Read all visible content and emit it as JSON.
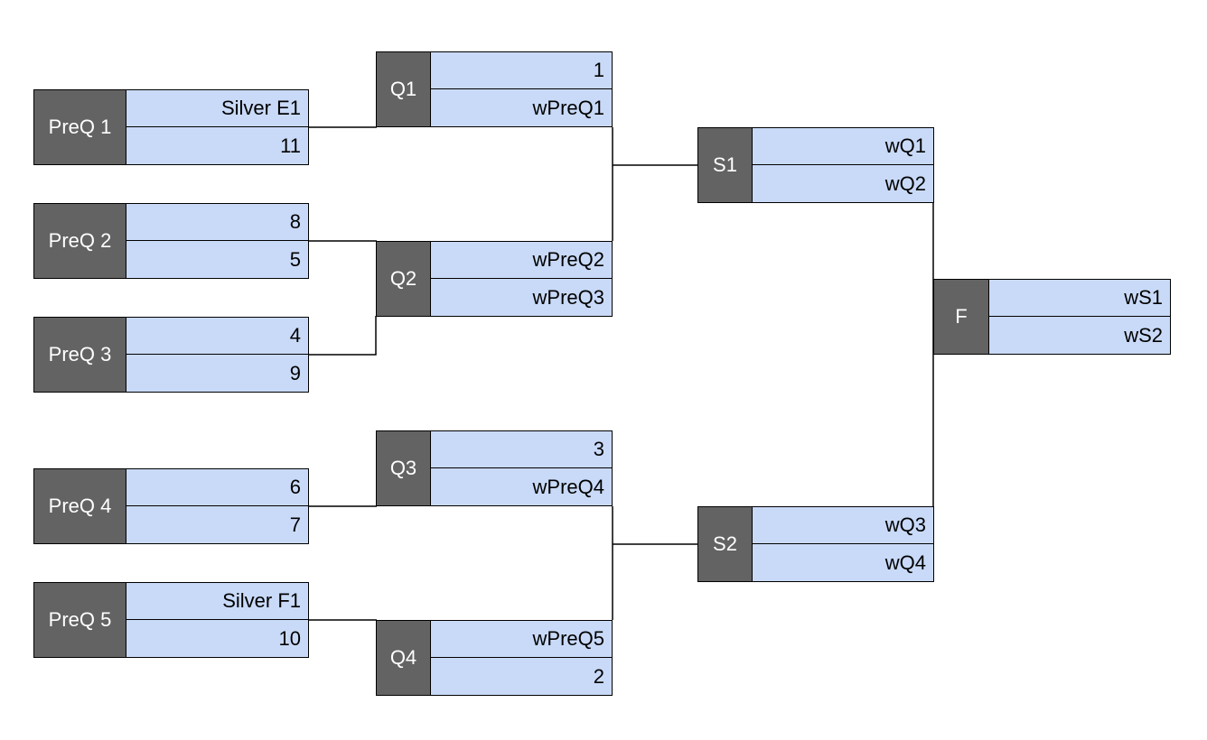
{
  "matches": {
    "preq1": {
      "label": "PreQ 1",
      "top": "Silver E1",
      "bottom": "11"
    },
    "preq2": {
      "label": "PreQ 2",
      "top": "8",
      "bottom": "5"
    },
    "preq3": {
      "label": "PreQ 3",
      "top": "4",
      "bottom": "9"
    },
    "preq4": {
      "label": "PreQ 4",
      "top": "6",
      "bottom": "7"
    },
    "preq5": {
      "label": "PreQ 5",
      "top": "Silver F1",
      "bottom": "10"
    },
    "q1": {
      "label": "Q1",
      "top": "1",
      "bottom": "wPreQ1"
    },
    "q2": {
      "label": "Q2",
      "top": "wPreQ2",
      "bottom": "wPreQ3"
    },
    "q3": {
      "label": "Q3",
      "top": "3",
      "bottom": "wPreQ4"
    },
    "q4": {
      "label": "Q4",
      "top": "wPreQ5",
      "bottom": "2"
    },
    "s1": {
      "label": "S1",
      "top": "wQ1",
      "bottom": "wQ2"
    },
    "s2": {
      "label": "S2",
      "top": "wQ3",
      "bottom": "wQ4"
    },
    "f": {
      "label": "F",
      "top": "wS1",
      "bottom": "wS2"
    }
  },
  "colors": {
    "label_bg": "#636363",
    "label_text": "#ffffff",
    "slot_bg": "#c9daf8",
    "line": "#000000"
  }
}
